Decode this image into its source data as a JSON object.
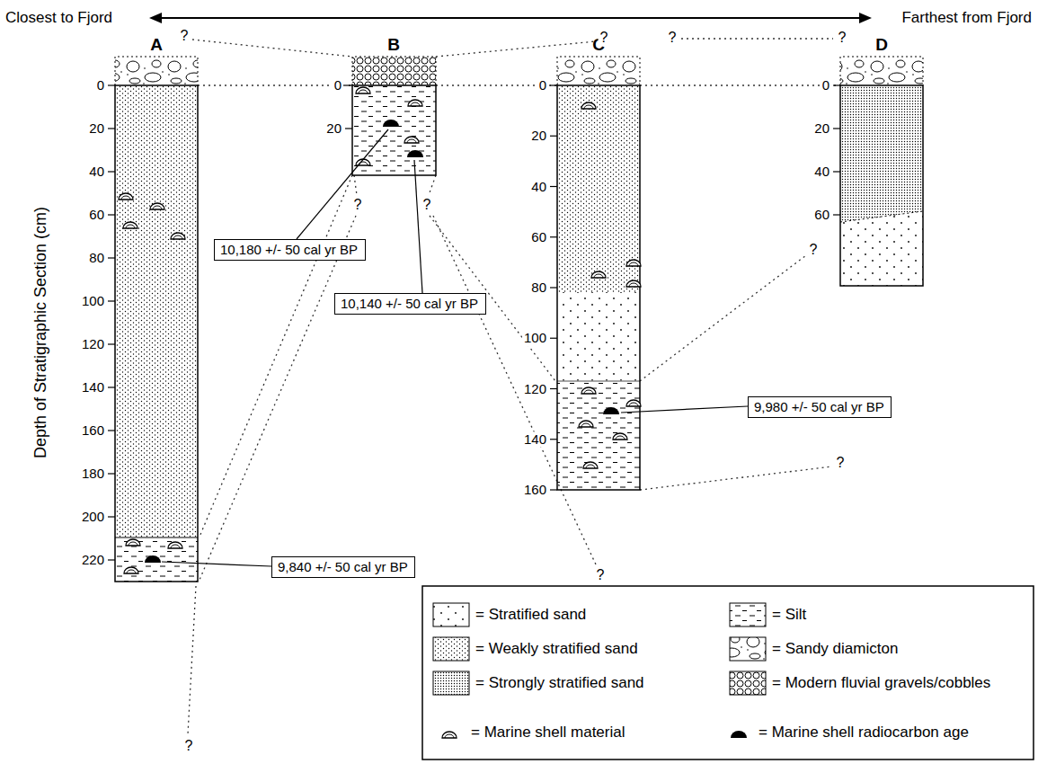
{
  "diagram": {
    "nodes": [
      {
        "text": [
          "10,180 +/- 50 cal yr BP"
        ]
      },
      {
        "text": [
          "10,140 +/- 50 cal yr BP"
        ]
      },
      {
        "text": [
          "9,980 +/- 50 cal yr BP"
        ]
      },
      {
        "text": [
          "9,840 +/- 50 cal yr BP"
        ]
      }
    ],
    "labels": [
      "Closest to Fjord",
      "Farthest from Fjord",
      "Depth of Stratigraphic Section (cm)",
      "A",
      "B",
      "C",
      "D",
      "0",
      "20",
      "40",
      "60",
      "80",
      "100",
      "120",
      "140",
      "160",
      "180",
      "200",
      "220",
      "0",
      "20",
      "0",
      "20",
      "40",
      "60",
      "80",
      "100",
      "120",
      "140",
      "160",
      "0",
      "20",
      "40",
      "60",
      "?",
      "?",
      "?",
      "?",
      "?",
      "?",
      "?",
      "?",
      "?",
      "?"
    ],
    "legend": [
      {
        "text": "= Stratified sand"
      },
      {
        "text": "= Weakly stratified sand"
      },
      {
        "text": "= Strongly stratified sand"
      },
      {
        "text": "= Silt"
      },
      {
        "text": "= Sandy diamicton"
      },
      {
        "text": "= Modern fluvial gravels/cobbles"
      },
      {
        "text": "= Marine shell material"
      },
      {
        "text": "= Marine shell radiocarbon age"
      }
    ]
  }
}
